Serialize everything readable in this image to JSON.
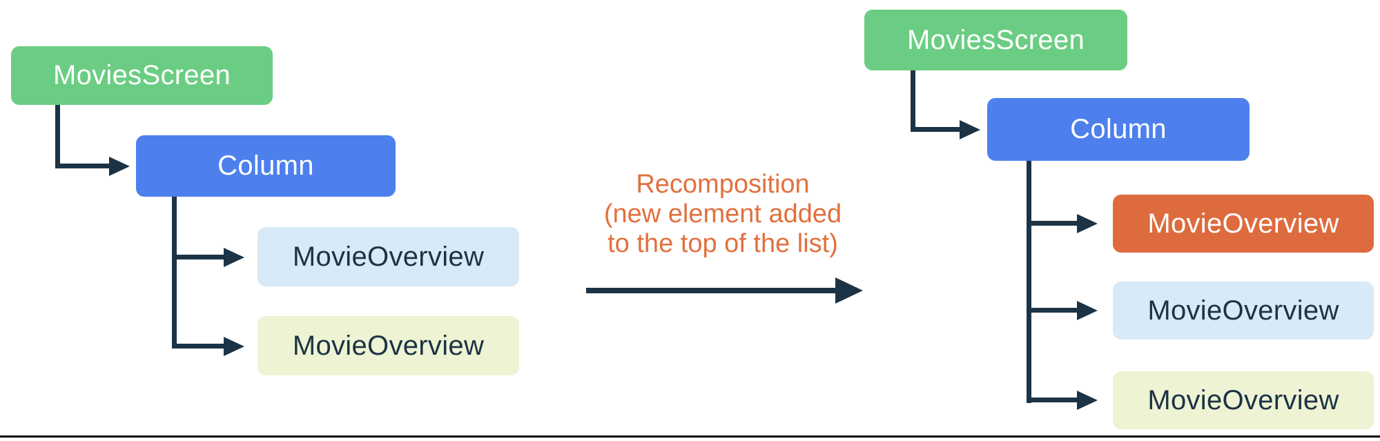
{
  "diagram": {
    "colors": {
      "green": "#6BCD83",
      "blue": "#4D80EC",
      "orange": "#DD6B3D",
      "light_blue": "#D8EAF8",
      "light_yellow": "#EEF3D3",
      "connector_navy": "#1C3345",
      "transition_text_orange": "#E2703E",
      "bottom_rule_black": "#000000"
    },
    "left_tree": {
      "name": "before-recomposition",
      "nodes": [
        {
          "label": "MoviesScreen",
          "bg": "#6BCD83",
          "fg": "#FFFFFF"
        },
        {
          "label": "Column",
          "bg": "#4D80EC",
          "fg": "#FFFFFF"
        },
        {
          "label": "MovieOverview",
          "bg": "#D8EAF8",
          "fg": "#1C3345"
        },
        {
          "label": "MovieOverview",
          "bg": "#EEF3D3",
          "fg": "#1C3345"
        }
      ]
    },
    "transition": {
      "lines": [
        "Recomposition",
        "(new element added",
        "to the top of the list)"
      ],
      "fg": "#E2703E"
    },
    "right_tree": {
      "name": "after-recomposition",
      "nodes": [
        {
          "label": "MoviesScreen",
          "bg": "#6BCD83",
          "fg": "#FFFFFF"
        },
        {
          "label": "Column",
          "bg": "#4D80EC",
          "fg": "#FFFFFF"
        },
        {
          "label": "MovieOverview",
          "bg": "#DD6B3D",
          "fg": "#FFFFFF",
          "state": "new-element"
        },
        {
          "label": "MovieOverview",
          "bg": "#D8EAF8",
          "fg": "#1C3345"
        },
        {
          "label": "MovieOverview",
          "bg": "#EEF3D3",
          "fg": "#1C3345"
        }
      ]
    }
  }
}
